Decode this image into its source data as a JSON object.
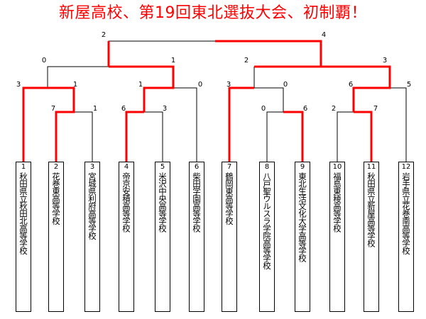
{
  "title": "新屋高校、第19回東北選抜大会、初制覇！",
  "colors": {
    "win": "#ff0000",
    "line": "#000000",
    "title": "#ff0000"
  },
  "teams": [
    {
      "seed": "1",
      "name": "秋田県立秋田北高等学校"
    },
    {
      "seed": "2",
      "name": "花巻東高等学校"
    },
    {
      "seed": "3",
      "name": "宮城県利府高等学校"
    },
    {
      "seed": "4",
      "name": "帝京安積高等学校"
    },
    {
      "seed": "5",
      "name": "米沢中央高等学校"
    },
    {
      "seed": "6",
      "name": "柴田学園高等学校"
    },
    {
      "seed": "7",
      "name": "鶴岡東高等学校"
    },
    {
      "seed": "8",
      "name": "八戸聖ウルスラ学院高等学校"
    },
    {
      "seed": "9",
      "name": "東北生活文化大学高等学校"
    },
    {
      "seed": "10",
      "name": "福島東稜高等学校"
    },
    {
      "seed": "11",
      "name": "秋田県立新屋高等学校"
    },
    {
      "seed": "12",
      "name": "岩手県立花巻南高等学校"
    }
  ],
  "scores": {
    "r1": {
      "m1": [
        "7",
        "1"
      ],
      "m2": [
        "6",
        "3"
      ],
      "m3": [
        "0",
        "6"
      ],
      "m4": [
        "2",
        "7"
      ]
    },
    "r2": {
      "m1": [
        "3",
        "1"
      ],
      "m2": [
        "1",
        "0"
      ],
      "m3": [
        "3",
        "0"
      ],
      "m4": [
        "6",
        "5"
      ]
    },
    "semi": {
      "m1": [
        "0",
        "1"
      ],
      "m2": [
        "2",
        "3"
      ]
    },
    "final": [
      "2",
      "4"
    ]
  }
}
